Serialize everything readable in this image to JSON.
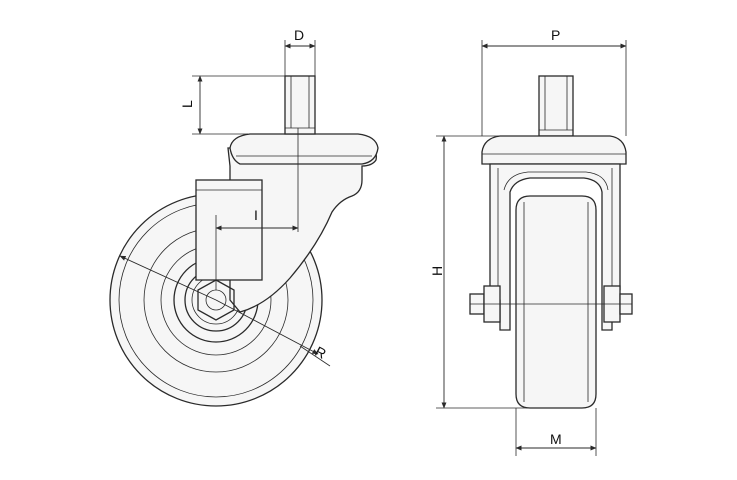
{
  "labels": {
    "D": "D",
    "L": "L",
    "I": "I",
    "R": "R",
    "P": "P",
    "H": "H",
    "M": "M"
  }
}
